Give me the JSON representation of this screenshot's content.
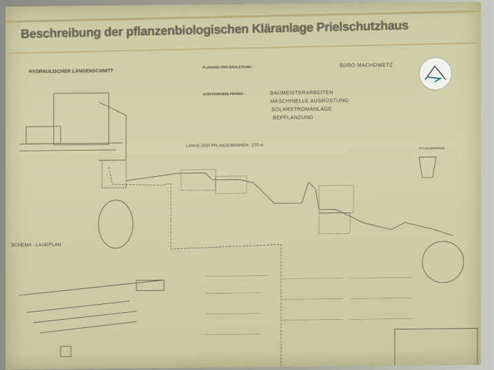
{
  "title": "Beschreibung der pflanzenbiologischen Kläranlage Prielschutzhaus",
  "sections": {
    "longitudinal": "HYDRAULISCHER LÄNGENSCHNITT",
    "site_plan": "SCHEMA - LAGEPLAN",
    "reed_length": "LÄNGE DER PFLANZENRINNEN : 270 m",
    "cross_section": "PFLANZENRINNE"
  },
  "planning": {
    "label": "PLANUNG UND BAULEITUNG :",
    "office": "BÜRO MACHOWETZ"
  },
  "firms": {
    "label": "AUSFÜHRENDE FIRMEN :",
    "items": [
      "BAUMEISTERARBEITEN",
      "MASCHINELLE AUSRÜSTUNG",
      "SOLARSTROMANLAGE",
      "BEPFLANZUNG"
    ]
  },
  "colors": {
    "paper": "#cfcda8",
    "ink": "#4a4a40"
  }
}
